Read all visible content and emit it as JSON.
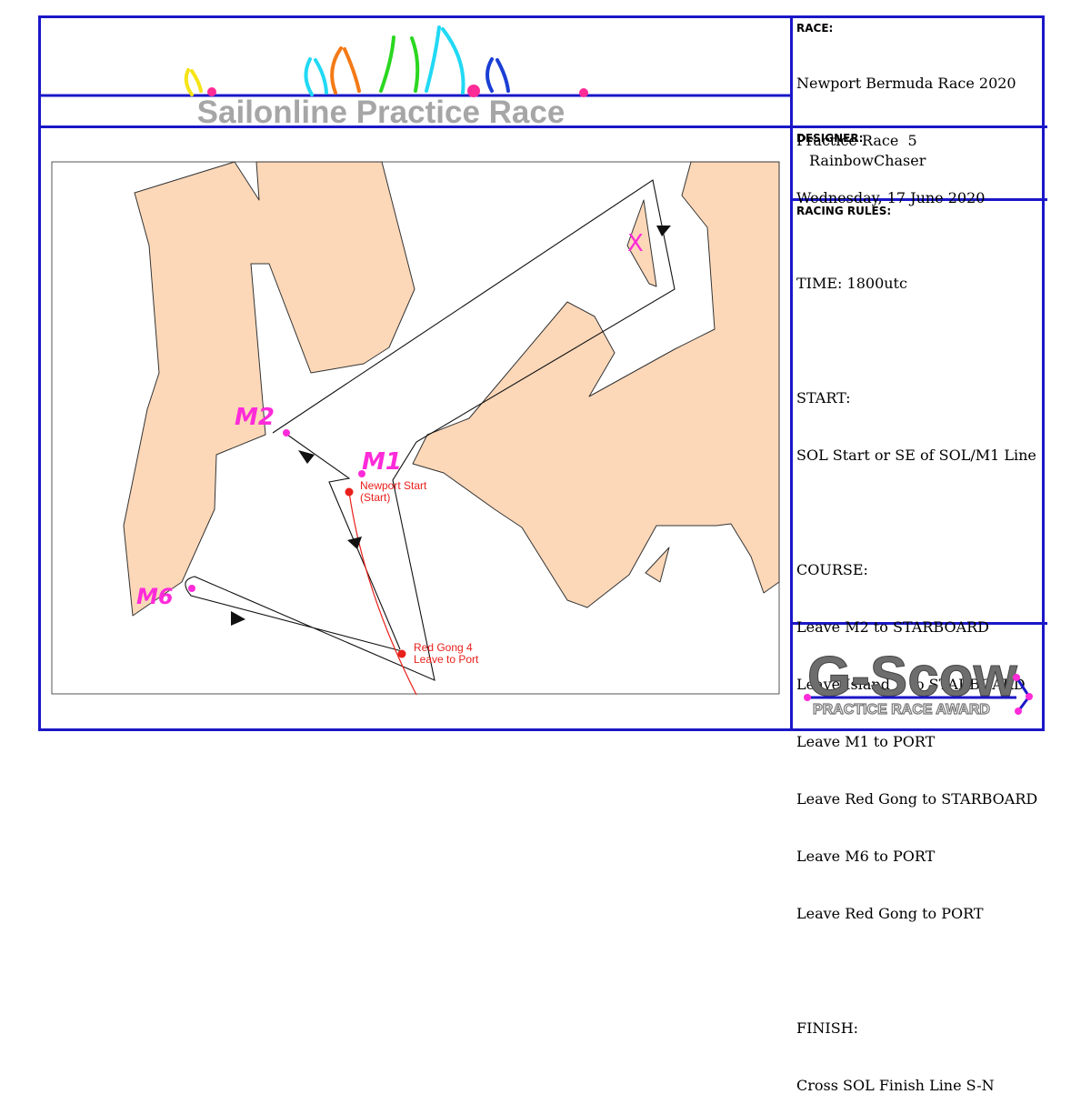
{
  "header": {
    "title": "Sailonline Practice Race"
  },
  "race": {
    "label": "RACE:",
    "lines": [
      "Newport Bermuda Race 2020",
      "Practice Race  5",
      "Wednesday, 17 June 2020"
    ]
  },
  "designer": {
    "label": "DESIGNER:",
    "name": "RainbowChaser"
  },
  "rules": {
    "label": "RACING RULES:",
    "lines": [
      "TIME: 1800utc",
      "",
      "START:",
      "SOL Start or SE of SOL/M1 Line",
      "",
      "COURSE:",
      "Leave M2 to STARBOARD",
      "Leave Island X to STARBOARD",
      "Leave M1 to PORT",
      "Leave Red Gong to STARBOARD",
      "Leave M6 to PORT",
      "Leave Red Gong to PORT",
      "",
      "FINISH:",
      "Cross SOL Finish Line S-N"
    ]
  },
  "map": {
    "marks": {
      "m1": "M1",
      "m2": "M2",
      "m6": "M6",
      "island": "X"
    },
    "start_label": [
      "Newport Start",
      "(Start)"
    ],
    "gong_label": [
      "Red Gong 4",
      "Leave to Port"
    ]
  },
  "logo": {
    "title": "G-Scow",
    "subtitle": "PRACTICE RACE AWARD"
  },
  "colors": {
    "border": "#1a17c8",
    "land": "#fcd8b9",
    "mark": "#ff2bd9",
    "red": "#e8201b"
  }
}
